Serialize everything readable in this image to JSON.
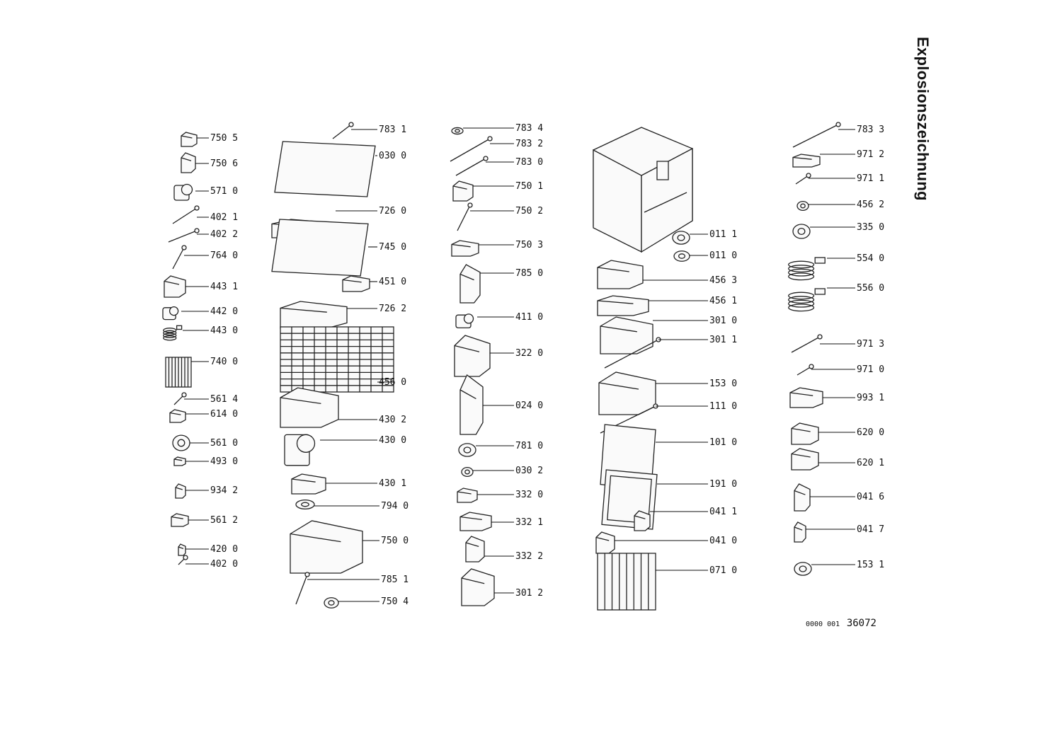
{
  "title": "Explosionszeichnung",
  "doc_number": {
    "prefix": "0000 001",
    "number": "36072"
  },
  "parts": [
    {
      "id": "750 5",
      "icon": "valve-coil-icon"
    },
    {
      "id": "750 6",
      "icon": "valve-icon"
    },
    {
      "id": "571 0",
      "icon": "solenoid-valve-icon"
    },
    {
      "id": "402 1",
      "icon": "capillary-tube-icon"
    },
    {
      "id": "402 2",
      "icon": "capillary-tube-icon"
    },
    {
      "id": "764 0",
      "icon": "filter-drier-icon"
    },
    {
      "id": "443 1",
      "icon": "bracket-icon"
    },
    {
      "id": "442 0",
      "icon": "fan-motor-icon"
    },
    {
      "id": "443 0",
      "icon": "fan-blade-icon"
    },
    {
      "id": "740 0",
      "icon": "condenser-icon"
    },
    {
      "id": "561 4",
      "icon": "wire-icon"
    },
    {
      "id": "614 0",
      "icon": "relay-icon"
    },
    {
      "id": "561 0",
      "icon": "overload-protector-icon"
    },
    {
      "id": "493 0",
      "icon": "clip-icon"
    },
    {
      "id": "934 2",
      "icon": "clamp-icon"
    },
    {
      "id": "561 2",
      "icon": "cover-icon"
    },
    {
      "id": "420 0",
      "icon": "grommet-icon"
    },
    {
      "id": "402 0",
      "icon": "screw-icon"
    },
    {
      "id": "783 1",
      "icon": "water-hose-icon"
    },
    {
      "id": "030 0",
      "icon": "cover-plate-icon"
    },
    {
      "id": "726 0",
      "icon": "tray-rail-icon"
    },
    {
      "id": "745 0",
      "icon": "evaporator-tray-icon"
    },
    {
      "id": "451 0",
      "icon": "heater-icon"
    },
    {
      "id": "726 2",
      "icon": "rail-icon"
    },
    {
      "id": "456 0",
      "icon": "ice-grid-icon"
    },
    {
      "id": "430 2",
      "icon": "motor-bracket-icon"
    },
    {
      "id": "430 0",
      "icon": "motor-icon"
    },
    {
      "id": "430 1",
      "icon": "motor-base-icon"
    },
    {
      "id": "794 0",
      "icon": "ring-icon"
    },
    {
      "id": "750 0",
      "icon": "water-reservoir-icon"
    },
    {
      "id": "785 1",
      "icon": "pipe-icon"
    },
    {
      "id": "750 4",
      "icon": "cap-icon"
    },
    {
      "id": "783 4",
      "icon": "washer-icon"
    },
    {
      "id": "783 2",
      "icon": "hose-icon"
    },
    {
      "id": "783 0",
      "icon": "hose-icon"
    },
    {
      "id": "750 1",
      "icon": "funnel-icon"
    },
    {
      "id": "750 2",
      "icon": "pipe-icon"
    },
    {
      "id": "750 3",
      "icon": "flange-icon"
    },
    {
      "id": "785 0",
      "icon": "elbow-pipe-icon"
    },
    {
      "id": "411 0",
      "icon": "pump-icon"
    },
    {
      "id": "322 0",
      "icon": "control-panel-icon"
    },
    {
      "id": "024 0",
      "icon": "channel-icon"
    },
    {
      "id": "781 0",
      "icon": "knob-icon"
    },
    {
      "id": "030 2",
      "icon": "nut-icon"
    },
    {
      "id": "332 0",
      "icon": "switch-icon"
    },
    {
      "id": "332 1",
      "icon": "switch-holder-icon"
    },
    {
      "id": "332 2",
      "icon": "lever-icon"
    },
    {
      "id": "301 2",
      "icon": "circuit-board-icon"
    },
    {
      "id": "011 1",
      "icon": "foot-icon"
    },
    {
      "id": "011 0",
      "icon": "foot-icon"
    },
    {
      "id": "456 3",
      "icon": "plate-icon"
    },
    {
      "id": "456 1",
      "icon": "plate-icon"
    },
    {
      "id": "301 0",
      "icon": "control-strip-icon"
    },
    {
      "id": "301 1",
      "icon": "rod-icon"
    },
    {
      "id": "153 0",
      "icon": "door-shelf-icon"
    },
    {
      "id": "111 0",
      "icon": "gasket-strip-icon"
    },
    {
      "id": "101 0",
      "icon": "door-panel-icon"
    },
    {
      "id": "191 0",
      "icon": "door-gasket-icon"
    },
    {
      "id": "041 1",
      "icon": "hinge-icon"
    },
    {
      "id": "041 0",
      "icon": "hinge-icon"
    },
    {
      "id": "071 0",
      "icon": "grille-icon"
    },
    {
      "id": "783 3",
      "icon": "hose-icon"
    },
    {
      "id": "971 2",
      "icon": "lamp-holder-icon"
    },
    {
      "id": "971 1",
      "icon": "fuse-icon"
    },
    {
      "id": "456 2",
      "icon": "knob-icon"
    },
    {
      "id": "335 0",
      "icon": "thermostat-knob-icon"
    },
    {
      "id": "554 0",
      "icon": "thermostat-icon"
    },
    {
      "id": "556 0",
      "icon": "thermostat-icon"
    },
    {
      "id": "971 3",
      "icon": "lamp-icon"
    },
    {
      "id": "971 0",
      "icon": "fuse-icon"
    },
    {
      "id": "993 1",
      "icon": "ice-scoop-icon"
    },
    {
      "id": "620 0",
      "icon": "rocker-switch-icon"
    },
    {
      "id": "620 1",
      "icon": "rocker-switch-icon"
    },
    {
      "id": "041 6",
      "icon": "hinge-plate-icon"
    },
    {
      "id": "041 7",
      "icon": "hinge-strip-icon"
    },
    {
      "id": "153 1",
      "icon": "plug-icon"
    }
  ],
  "cabinet": {
    "icon": "cabinet-housing-icon"
  }
}
